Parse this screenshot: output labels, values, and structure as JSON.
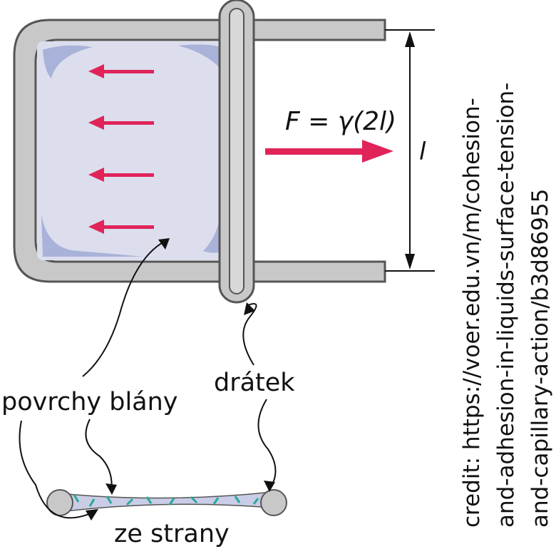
{
  "formula": "F = γ(2l)",
  "length_label": "l",
  "labels": {
    "film_surfaces": "povrchy blány",
    "wire": "drátek",
    "side_view": "ze strany"
  },
  "credit": {
    "line1": "credit: https://voer.edu.vn/m/cohesion-",
    "line2": "and-adhesion-in-liquids-surface-tension-",
    "line3": "and-capillary-action/b3d86955"
  },
  "colors": {
    "frame": "#c8c8c8",
    "frame_stroke": "#555555",
    "film": "#dcdeee",
    "film_shadow": "#a9b2d8",
    "arrow": "#e0245a",
    "droplet": "#2aa79b"
  }
}
